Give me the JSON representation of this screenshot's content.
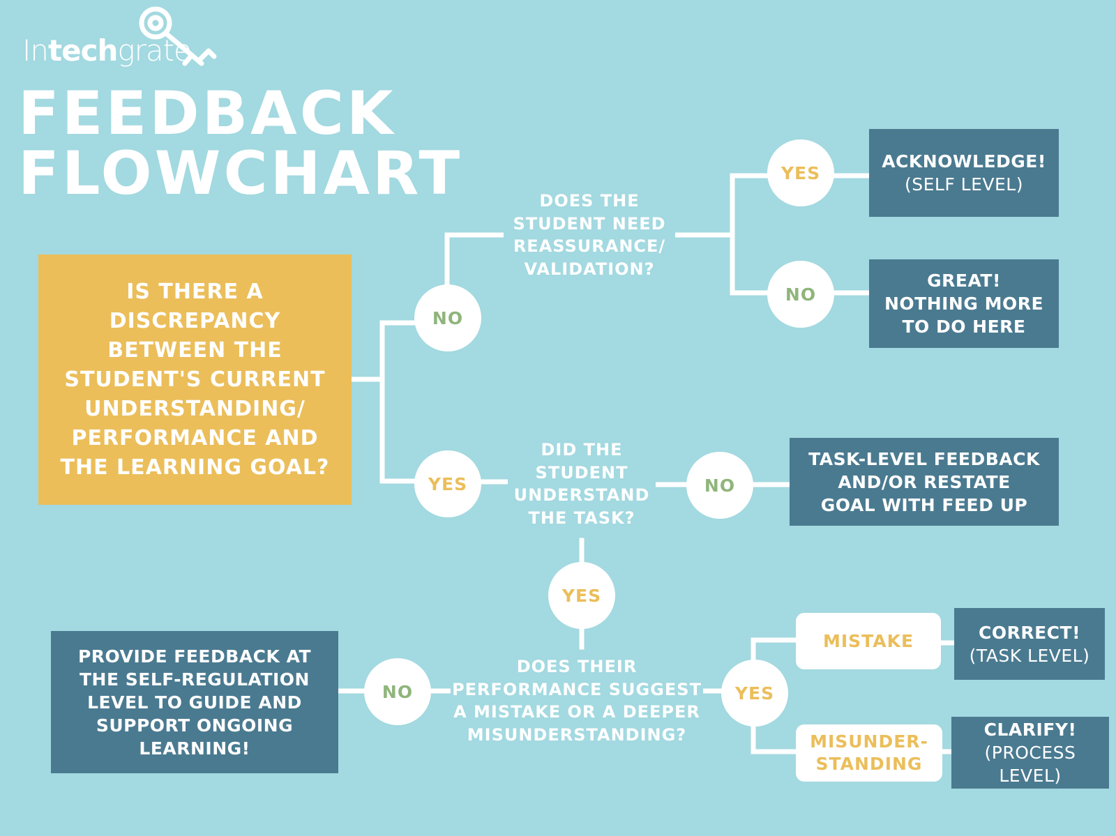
{
  "logo": {
    "prefix": "In",
    "bold": "tech",
    "suffix": "grate"
  },
  "title": {
    "line1": "FEEDBACK",
    "line2": "FLOWCHART"
  },
  "start_box": "IS THERE A\nDISCREPANCY\nBETWEEN THE\nSTUDENT'S CURRENT\nUNDERSTANDING/\nPERFORMANCE AND\nTHE LEARNING GOAL?",
  "questions": {
    "reassurance": "DOES THE\nSTUDENT NEED\nREASSURANCE/\nVALIDATION?",
    "understand": "DID THE\nSTUDENT\nUNDERSTAND\nTHE TASK?",
    "mistake": "DOES THEIR\nPERFORMANCE SUGGEST\nA MISTAKE OR A DEEPER\nMISUNDERSTANDING?"
  },
  "nodes": {
    "no_1": "NO",
    "yes_1": "YES",
    "yes_reassure": "YES",
    "no_reassure": "NO",
    "no_understand": "NO",
    "yes_understand": "YES",
    "no_mistake": "NO",
    "yes_mistake": "YES"
  },
  "outcomes": {
    "acknowledge": {
      "bold": "ACKNOWLEDGE!",
      "normal": "(SELF LEVEL)"
    },
    "great": "GREAT!\nNOTHING MORE\nTO DO HERE",
    "task_level": "TASK-LEVEL FEEDBACK\nAND/OR RESTATE\nGOAL WITH FEED UP",
    "self_regulation": "PROVIDE FEEDBACK AT\nTHE SELF-REGULATION\nLEVEL TO GUIDE AND\nSUPPORT ONGOING\nLEARNING!",
    "correct": {
      "bold": "CORRECT!",
      "normal": "(TASK LEVEL)"
    },
    "clarify": {
      "bold": "CLARIFY!",
      "normal": "(PROCESS\nLEVEL)"
    }
  },
  "pills": {
    "mistake": "MISTAKE",
    "misunderstanding": "MISUNDER-\nSTANDING"
  },
  "colors": {
    "background": "#a3d9e0",
    "yellow": "#ebbe5a",
    "teal": "#4a7a90",
    "green_text": "#8fb57b",
    "white": "#ffffff"
  }
}
